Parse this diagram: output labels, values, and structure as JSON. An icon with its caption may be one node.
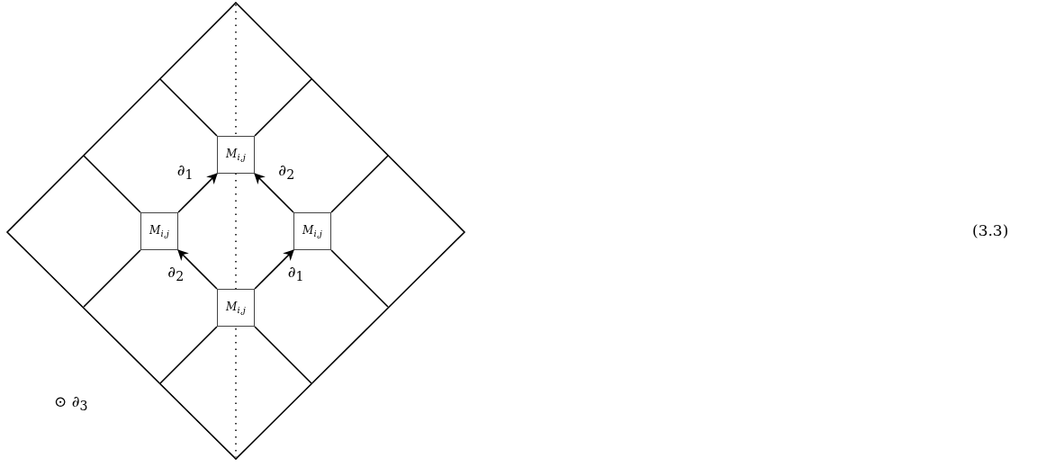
{
  "diagram": {
    "nodes": [
      {
        "text": [
          "M$_{i,j}$"
        ]
      },
      {
        "text": [
          "M$_{i,j}$"
        ]
      },
      {
        "text": [
          "M$_{i,j}$"
        ]
      },
      {
        "text": [
          "M$_{i,j}$"
        ]
      }
    ],
    "edges": [
      {
        "from": 1,
        "to": 0,
        "arrow": "to",
        "label": "∂$_{1}$"
      },
      {
        "from": 2,
        "to": 0,
        "arrow": "to",
        "label": "∂$_{2}$"
      },
      {
        "from": 3,
        "to": 1,
        "arrow": "to",
        "label": "∂$_{2}$"
      },
      {
        "from": 3,
        "to": 2,
        "arrow": "to",
        "label": "∂$_{1}$"
      }
    ],
    "labels": [
      "⊙ ∂$_{3}$",
      "(3.3)"
    ]
  }
}
